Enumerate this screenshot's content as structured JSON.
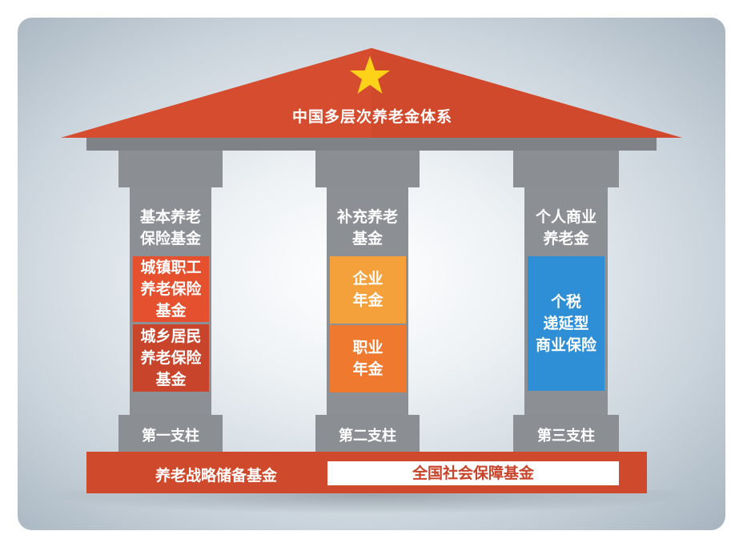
{
  "roof": {
    "title": "中国多层次养老金体系",
    "star_icon": "star-icon",
    "color": "#d1492c",
    "star_color": "#ffd21a"
  },
  "pillars": [
    {
      "title": "基本养老\n保险基金",
      "boxes": [
        {
          "label": "城镇职工\n养老保险\n基金",
          "color": "#e5502f"
        },
        {
          "label": "城乡居民\n养老保险\n基金",
          "color": "#c8442b"
        }
      ],
      "base_label": "第一支柱"
    },
    {
      "title": "补充养老\n基金",
      "boxes": [
        {
          "label": "企业\n年金",
          "color": "#f5a13b"
        },
        {
          "label": "职业\n年金",
          "color": "#ef7a2f"
        }
      ],
      "base_label": "第二支柱"
    },
    {
      "title": "个人商业\n养老金",
      "boxes": [
        {
          "label": "个税\n递延型\n商业保险",
          "color": "#2f8fd6"
        }
      ],
      "base_label": "第三支柱"
    }
  ],
  "foundation": {
    "left_label": "养老战略储备基金",
    "right_label": "全国社会保障基金",
    "color": "#cf4a2c"
  }
}
